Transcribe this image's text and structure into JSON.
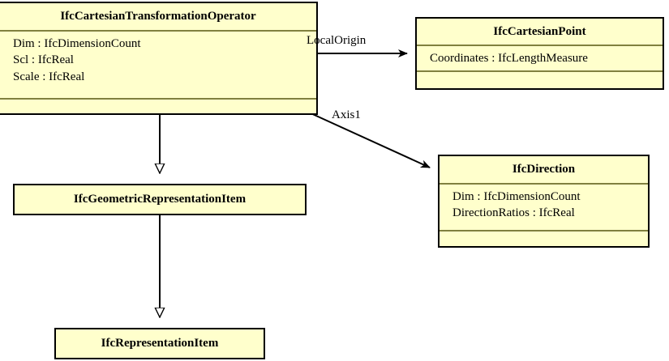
{
  "diagram": {
    "type": "uml-class-diagram",
    "colors": {
      "class_fill": "#ffffcc",
      "class_border": "#000000",
      "compartment_divider": "#80803f",
      "edge": "#000000",
      "background": "#ffffff"
    }
  },
  "classes": [
    {
      "id": "ifc-cartesian-transformation-operator",
      "name": "IfcCartesianTransformationOperator",
      "attributes": [
        "Dim : IfcDimensionCount",
        "Scl : IfcReal",
        "Scale : IfcReal"
      ],
      "operations": []
    },
    {
      "id": "ifc-cartesian-point",
      "name": "IfcCartesianPoint",
      "attributes": [
        "Coordinates : IfcLengthMeasure"
      ],
      "operations": []
    },
    {
      "id": "ifc-direction",
      "name": "IfcDirection",
      "attributes": [
        "Dim : IfcDimensionCount",
        "DirectionRatios : IfcReal"
      ],
      "operations": []
    },
    {
      "id": "ifc-geometric-representation-item",
      "name": "IfcGeometricRepresentationItem",
      "attributes": [],
      "operations": []
    },
    {
      "id": "ifc-representation-item",
      "name": "IfcRepresentationItem",
      "attributes": [],
      "operations": []
    }
  ],
  "edges": [
    {
      "id": "edge-local-origin",
      "label": "LocalOrigin",
      "from": "ifc-cartesian-transformation-operator",
      "to": "ifc-cartesian-point",
      "kind": "association"
    },
    {
      "id": "edge-axis1",
      "label": "Axis1",
      "from": "ifc-cartesian-transformation-operator",
      "to": "ifc-direction",
      "kind": "association"
    },
    {
      "id": "edge-generalization-1",
      "label": "",
      "from": "ifc-cartesian-transformation-operator",
      "to": "ifc-geometric-representation-item",
      "kind": "generalization"
    },
    {
      "id": "edge-generalization-2",
      "label": "",
      "from": "ifc-geometric-representation-item",
      "to": "ifc-representation-item",
      "kind": "generalization"
    }
  ]
}
